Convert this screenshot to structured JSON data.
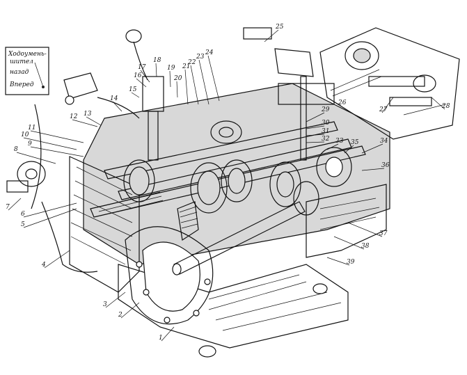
{
  "legend": {
    "title_line1": "Ходоумень-",
    "title_line2": "шител",
    "back": "назад",
    "forward": "Вперед"
  },
  "callouts": [
    "1",
    "2",
    "3",
    "4",
    "5",
    "6",
    "7",
    "8",
    "9",
    "10",
    "11",
    "12",
    "13",
    "14",
    "15",
    "16",
    "17",
    "18",
    "19",
    "20",
    "21",
    "22",
    "23",
    "24",
    "25",
    "26",
    "27",
    "28",
    "29",
    "30",
    "31",
    "32",
    "33",
    "34",
    "35",
    "36",
    "37",
    "38",
    "39"
  ]
}
